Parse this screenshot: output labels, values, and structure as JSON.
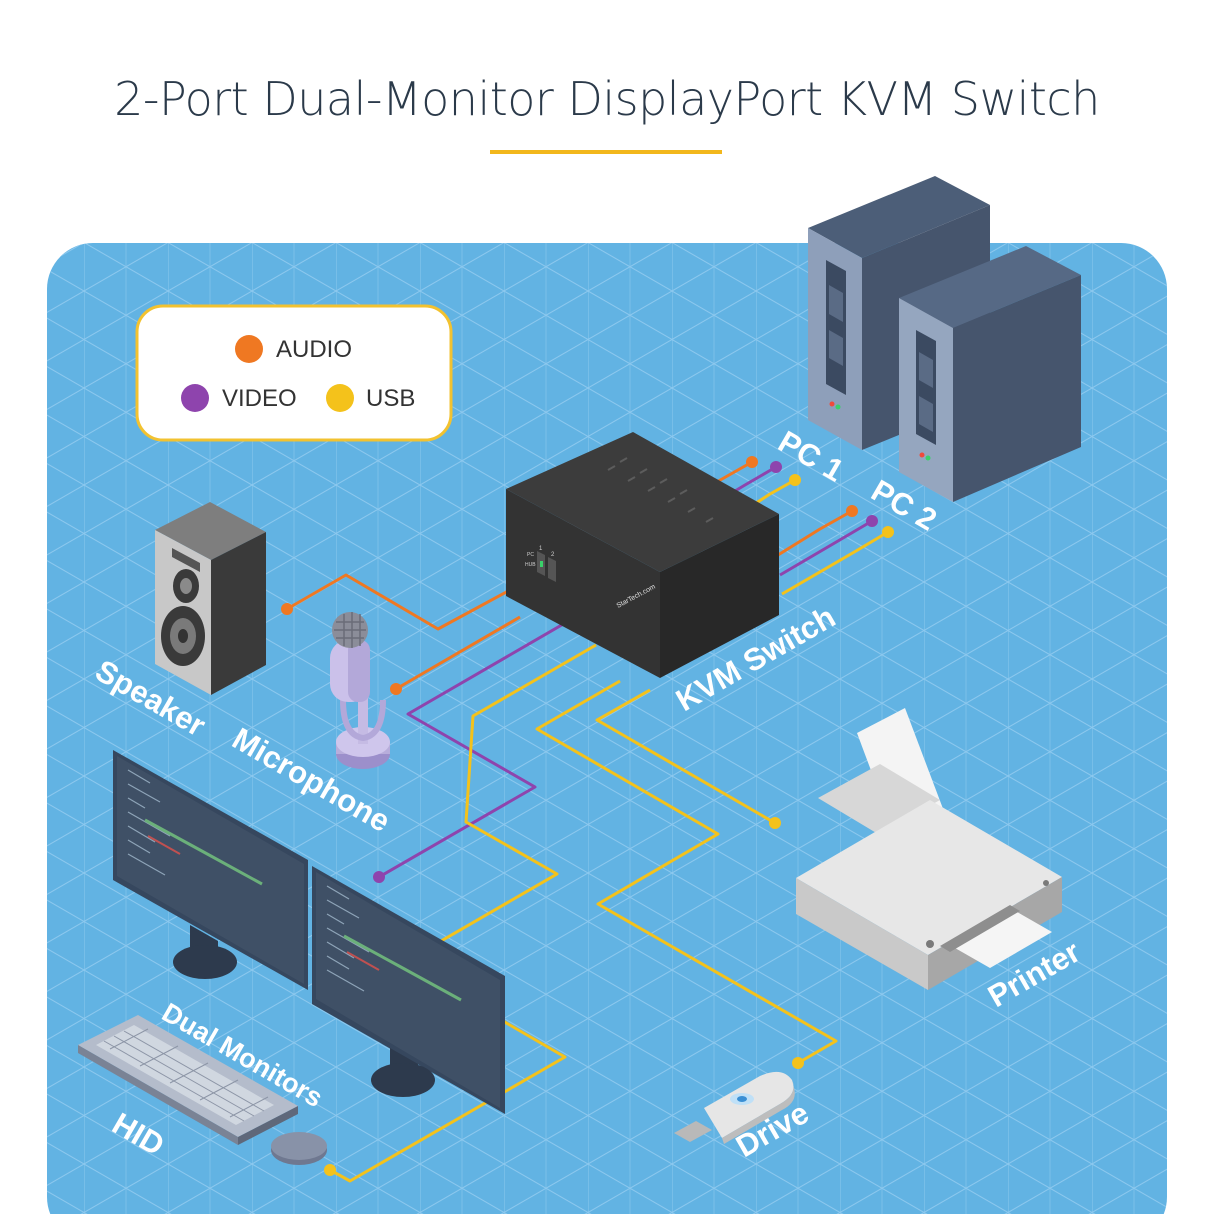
{
  "title": "2-Port Dual-Monitor DisplayPort KVM Switch",
  "legend": {
    "audio": "AUDIO",
    "video": "VIDEO",
    "usb": "USB"
  },
  "colors": {
    "audio": "#ef7822",
    "video": "#8e44ad",
    "usb": "#f4c21b",
    "background": "#62b3e3",
    "accent_rule": "#f2b71c"
  },
  "labels": {
    "pc1": "PC 1",
    "pc2": "PC 2",
    "kvm": "KVM Switch",
    "speaker": "Speaker",
    "microphone": "Microphone",
    "dual_monitors": "Dual Monitors",
    "hid": "HID",
    "printer": "Printer",
    "drive": "Drive"
  },
  "kvm_front": {
    "brand": "StarTech.com",
    "port1": "1",
    "port2": "2",
    "pc": "PC",
    "hub": "HUB"
  },
  "icons": [
    "pc-tower-icon",
    "kvm-switch-icon",
    "speaker-icon",
    "microphone-icon",
    "monitor-icon",
    "keyboard-icon",
    "mouse-icon",
    "printer-icon",
    "usb-drive-icon"
  ]
}
